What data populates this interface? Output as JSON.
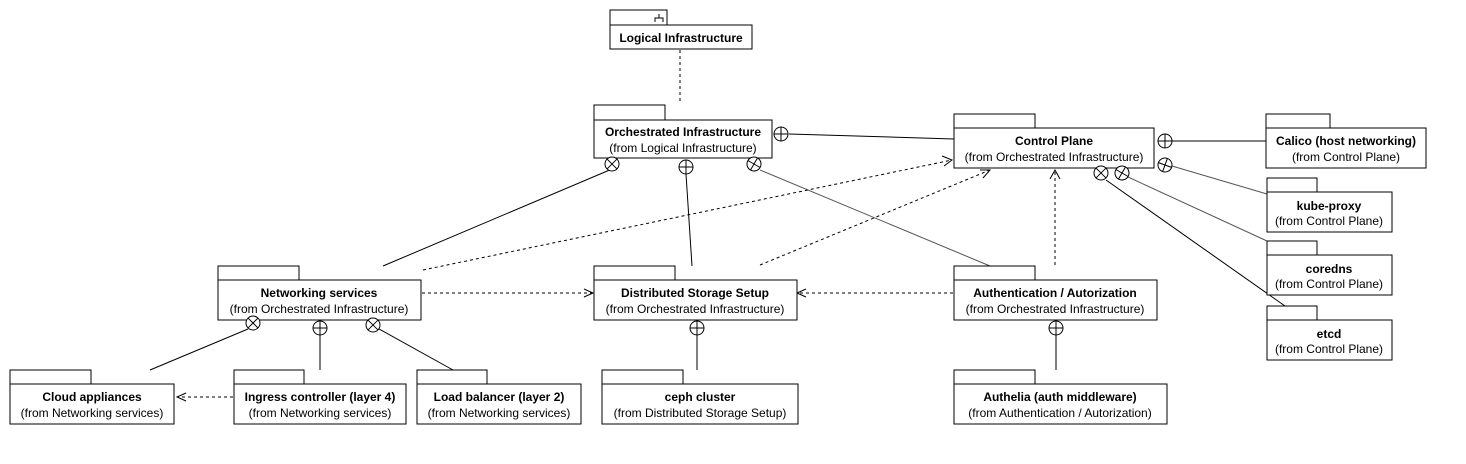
{
  "packages": {
    "logical_infrastructure": {
      "name": "Logical Infrastructure",
      "from": ""
    },
    "orchestrated_infrastructure": {
      "name": "Orchestrated Infrastructure",
      "from": "(from Logical Infrastructure)"
    },
    "control_plane": {
      "name": "Control Plane",
      "from": "(from Orchestrated Infrastructure)"
    },
    "calico": {
      "name": "Calico (host networking)",
      "from": "(from Control Plane)"
    },
    "kube_proxy": {
      "name": "kube-proxy",
      "from": "(from Control Plane)"
    },
    "coredns": {
      "name": "coredns",
      "from": "(from Control Plane)"
    },
    "etcd": {
      "name": "etcd",
      "from": "(from Control Plane)"
    },
    "networking_services": {
      "name": "Networking services",
      "from": "(from Orchestrated Infrastructure)"
    },
    "distributed_storage": {
      "name": "Distributed Storage Setup",
      "from": "(from Orchestrated Infrastructure)"
    },
    "authentication": {
      "name": "Authentication / Autorization",
      "from": "(from Orchestrated Infrastructure)"
    },
    "cloud_appliances": {
      "name": "Cloud appliances",
      "from": "(from Networking services)"
    },
    "ingress_controller": {
      "name": "Ingress controller (layer 4)",
      "from": "(from Networking services)"
    },
    "load_balancer": {
      "name": "Load balancer (layer 2)",
      "from": "(from Networking services)"
    },
    "ceph_cluster": {
      "name": "ceph cluster",
      "from": "(from Distributed Storage Setup)"
    },
    "authelia": {
      "name": "Authelia (auth middleware)",
      "from": "(from Authentication / Autorization)"
    }
  }
}
